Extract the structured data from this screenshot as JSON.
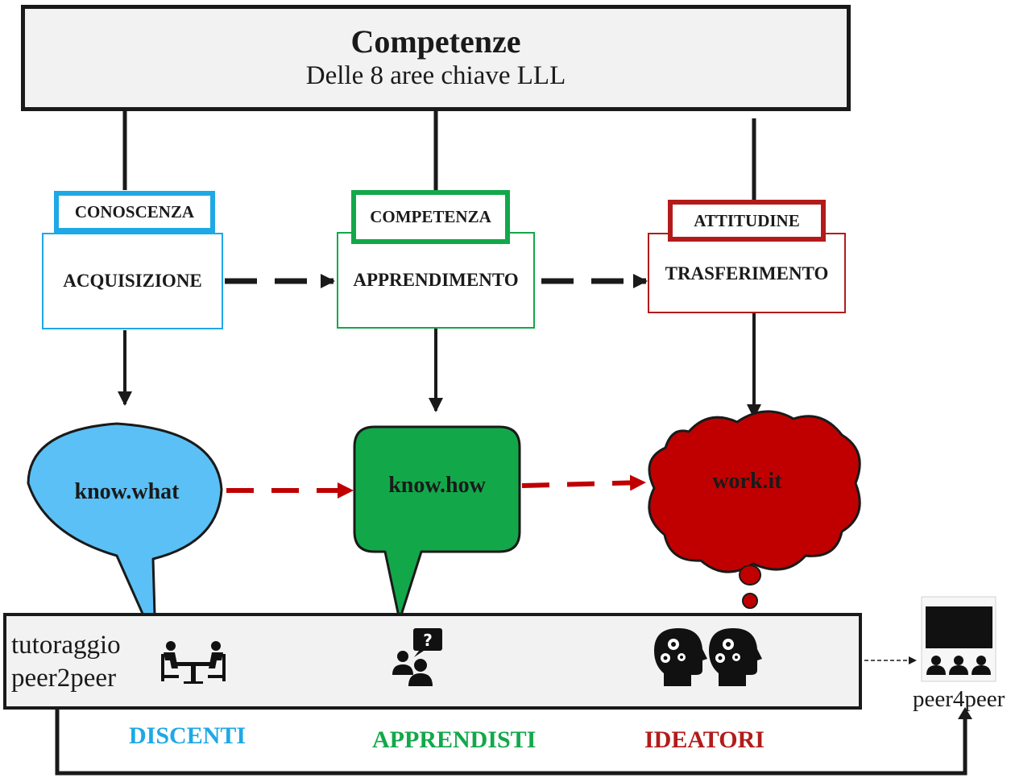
{
  "header": {
    "title": "Competenze",
    "subtitle": "Delle 8 aree chiave LLL"
  },
  "columns": [
    {
      "tag": "CONOSCENZA",
      "box": "ACQUISIZIONE",
      "bubble": "know.what",
      "role": "DISCENTI",
      "color": "#1ea8e6",
      "bubble_fill": "#5bc0f5"
    },
    {
      "tag": "COMPETENZA",
      "box": "APPRENDIMENTO",
      "bubble": "know.how",
      "role": "APPRENDISTI",
      "color": "#12a84a",
      "bubble_fill": "#12a84a"
    },
    {
      "tag": "ATTITUDINE",
      "box": "TRASFERIMENTO",
      "bubble": "work.it",
      "role": "IDEATORI",
      "color": "#b31b1b",
      "bubble_fill": "#c00000"
    }
  ],
  "tutoring": {
    "line1": "tutoraggio",
    "line2": "peer2peer"
  },
  "peer4peer": {
    "label": "peer4peer"
  },
  "icons": [
    "meeting-icon",
    "question-chat-icon",
    "gear-head-icon",
    "gear-head-icon",
    "audience-screen-icon"
  ],
  "colors": {
    "arrow_black": "#1a1a1a",
    "arrow_red": "#c00000",
    "panel_grey": "#f2f2f2"
  }
}
